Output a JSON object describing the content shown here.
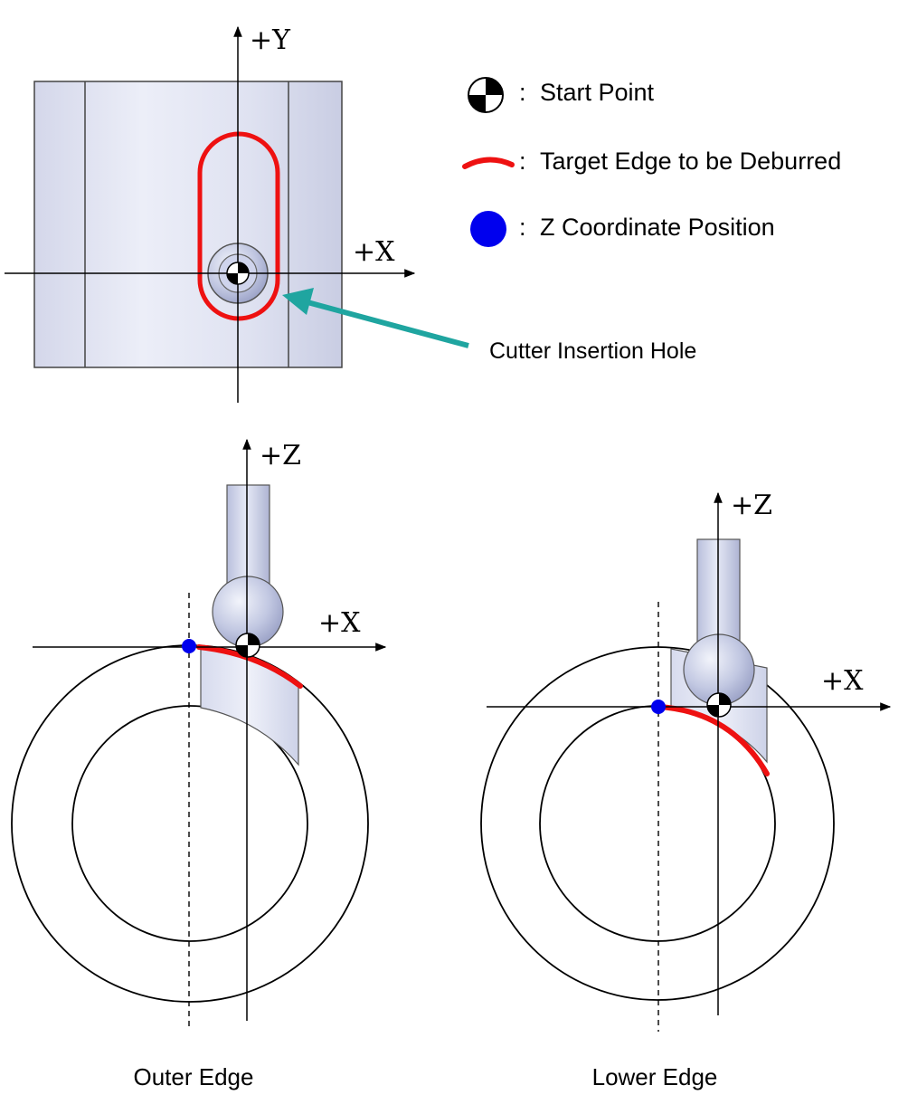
{
  "top_view": {
    "axis_y_label": "+Y",
    "axis_x_label": "+X"
  },
  "legend": {
    "start_point": "Start Point",
    "target_edge": "Target Edge to be Deburred",
    "z_position": "Z Coordinate Position",
    "separator": ":"
  },
  "callout": {
    "label": "Cutter Insertion Hole"
  },
  "outer_edge_view": {
    "axis_z_label": "+Z",
    "axis_x_label": "+X",
    "caption": "Outer Edge"
  },
  "lower_edge_view": {
    "axis_z_label": "+Z",
    "axis_x_label": "+X",
    "caption": "Lower Edge"
  },
  "colors": {
    "target_edge": "#ee1111",
    "z_marker": "#0000ee",
    "callout_arrow": "#1fa5a0",
    "part_fill": "#dcdff0",
    "tool_fill": "#c8cee8"
  }
}
